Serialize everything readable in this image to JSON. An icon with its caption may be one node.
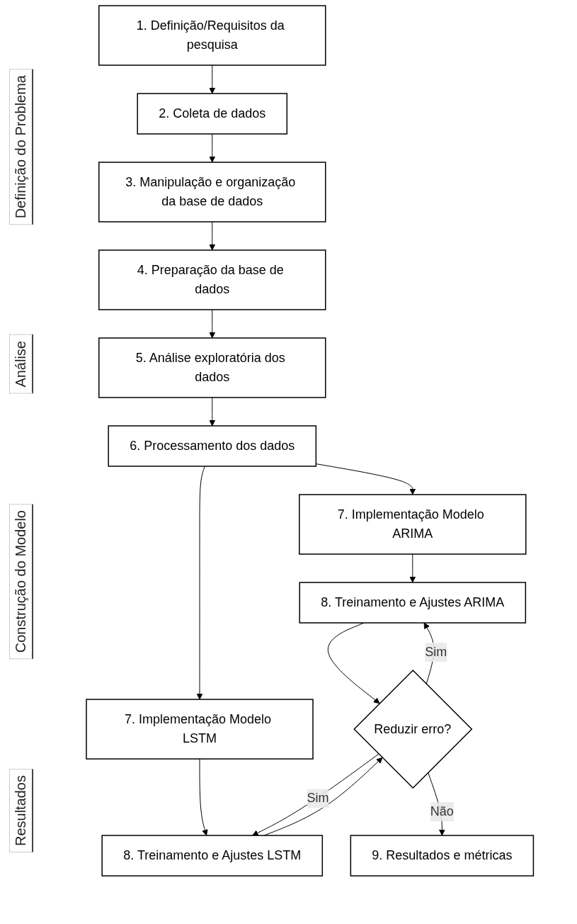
{
  "diagram": {
    "nodes": [
      {
        "text": [
          "1. Definição/Requisitos da pesquisa"
        ]
      },
      {
        "text": [
          "2. Coleta de dados"
        ]
      },
      {
        "text": [
          "3. Manipulação e organização da base de dados"
        ]
      },
      {
        "text": [
          "4. Preparação da base de dados"
        ]
      },
      {
        "text": [
          "5. Análise exploratória dos dados"
        ]
      },
      {
        "text": [
          "6. Processamento dos dados"
        ]
      },
      {
        "text": [
          "7. Implementação Modelo ARIMA"
        ]
      },
      {
        "text": [
          "7. Implementação Modelo LSTM"
        ]
      },
      {
        "text": [
          "8. Treinamento e Ajustes ARIMA"
        ]
      },
      {
        "text": [
          "8. Treinamento e Ajustes LSTM"
        ]
      },
      {
        "text": [
          "Reduzir erro?"
        ]
      },
      {
        "text": [
          "9. Resultados e métricas"
        ]
      }
    ],
    "edges": [
      {
        "from": 0,
        "to": 1,
        "arrow": "to"
      },
      {
        "from": 1,
        "to": 2,
        "arrow": "to"
      },
      {
        "from": 2,
        "to": 3,
        "arrow": "to"
      },
      {
        "from": 3,
        "to": 4,
        "arrow": "to"
      },
      {
        "from": 4,
        "to": 5,
        "arrow": "to"
      },
      {
        "from": 5,
        "to": 6,
        "arrow": "to"
      },
      {
        "from": 5,
        "to": 7,
        "arrow": "to"
      },
      {
        "from": 6,
        "to": 8,
        "arrow": "to"
      },
      {
        "from": 7,
        "to": 9,
        "arrow": "to"
      },
      {
        "from": 8,
        "to": 10,
        "arrow": "to"
      },
      {
        "from": 9,
        "to": 10,
        "arrow": "to"
      },
      {
        "from": 10,
        "to": 8,
        "label": "Sim",
        "arrow": "to"
      },
      {
        "from": 10,
        "to": 9,
        "label": "Sim",
        "arrow": "to"
      },
      {
        "from": 10,
        "to": 11,
        "label": "Não",
        "arrow": "to"
      }
    ],
    "labels": [
      "Definição do Problema",
      "Análise",
      "Construção do Modelo",
      "Resultados"
    ]
  }
}
